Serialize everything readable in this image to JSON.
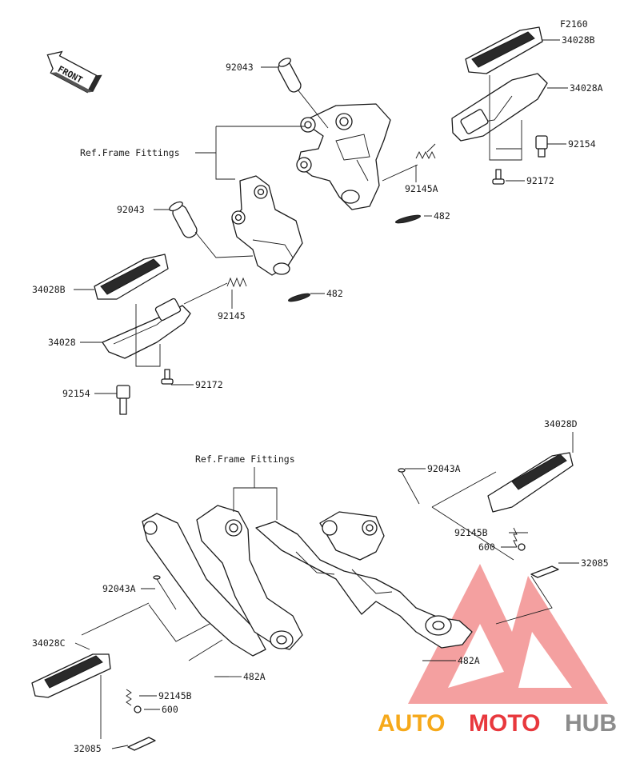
{
  "figure": {
    "code": "F2160"
  },
  "front_badge": {
    "text": "FRONT"
  },
  "labels": [
    {
      "id": "lbl-92043-a",
      "text": "92043"
    },
    {
      "id": "lbl-ref-frame-1",
      "text": "Ref.Frame Fittings"
    },
    {
      "id": "lbl-92043-b",
      "text": "92043"
    },
    {
      "id": "lbl-34028b-a",
      "text": "34028B"
    },
    {
      "id": "lbl-34028",
      "text": "34028"
    },
    {
      "id": "lbl-92154-a",
      "text": "92154"
    },
    {
      "id": "lbl-92172-a",
      "text": "92172"
    },
    {
      "id": "lbl-92145",
      "text": "92145"
    },
    {
      "id": "lbl-482-a",
      "text": "482"
    },
    {
      "id": "lbl-482-b",
      "text": "482"
    },
    {
      "id": "lbl-92145a",
      "text": "92145A"
    },
    {
      "id": "lbl-92172-b",
      "text": "92172"
    },
    {
      "id": "lbl-92154-b",
      "text": "92154"
    },
    {
      "id": "lbl-34028a",
      "text": "34028A"
    },
    {
      "id": "lbl-34028b-b",
      "text": "34028B"
    },
    {
      "id": "lbl-34028d",
      "text": "34028D"
    },
    {
      "id": "lbl-ref-frame-2",
      "text": "Ref.Frame Fittings"
    },
    {
      "id": "lbl-92043a-a",
      "text": "92043A"
    },
    {
      "id": "lbl-92145b-a",
      "text": "92145B"
    },
    {
      "id": "lbl-600-a",
      "text": "600"
    },
    {
      "id": "lbl-32085-a",
      "text": "32085"
    },
    {
      "id": "lbl-482a-a",
      "text": "482A"
    },
    {
      "id": "lbl-92043a-b",
      "text": "92043A"
    },
    {
      "id": "lbl-34028c",
      "text": "34028C"
    },
    {
      "id": "lbl-482a-b",
      "text": "482A"
    },
    {
      "id": "lbl-92145b-b",
      "text": "92145B"
    },
    {
      "id": "lbl-600-b",
      "text": "600"
    },
    {
      "id": "lbl-32085-b",
      "text": "32085"
    }
  ],
  "watermark": {
    "part1": "AUTO",
    "part2": "MOTO",
    "part3": "HUB",
    "colors": {
      "orange": "#f6a91b",
      "red": "#e8383d",
      "gray": "#8c8c8c"
    }
  }
}
